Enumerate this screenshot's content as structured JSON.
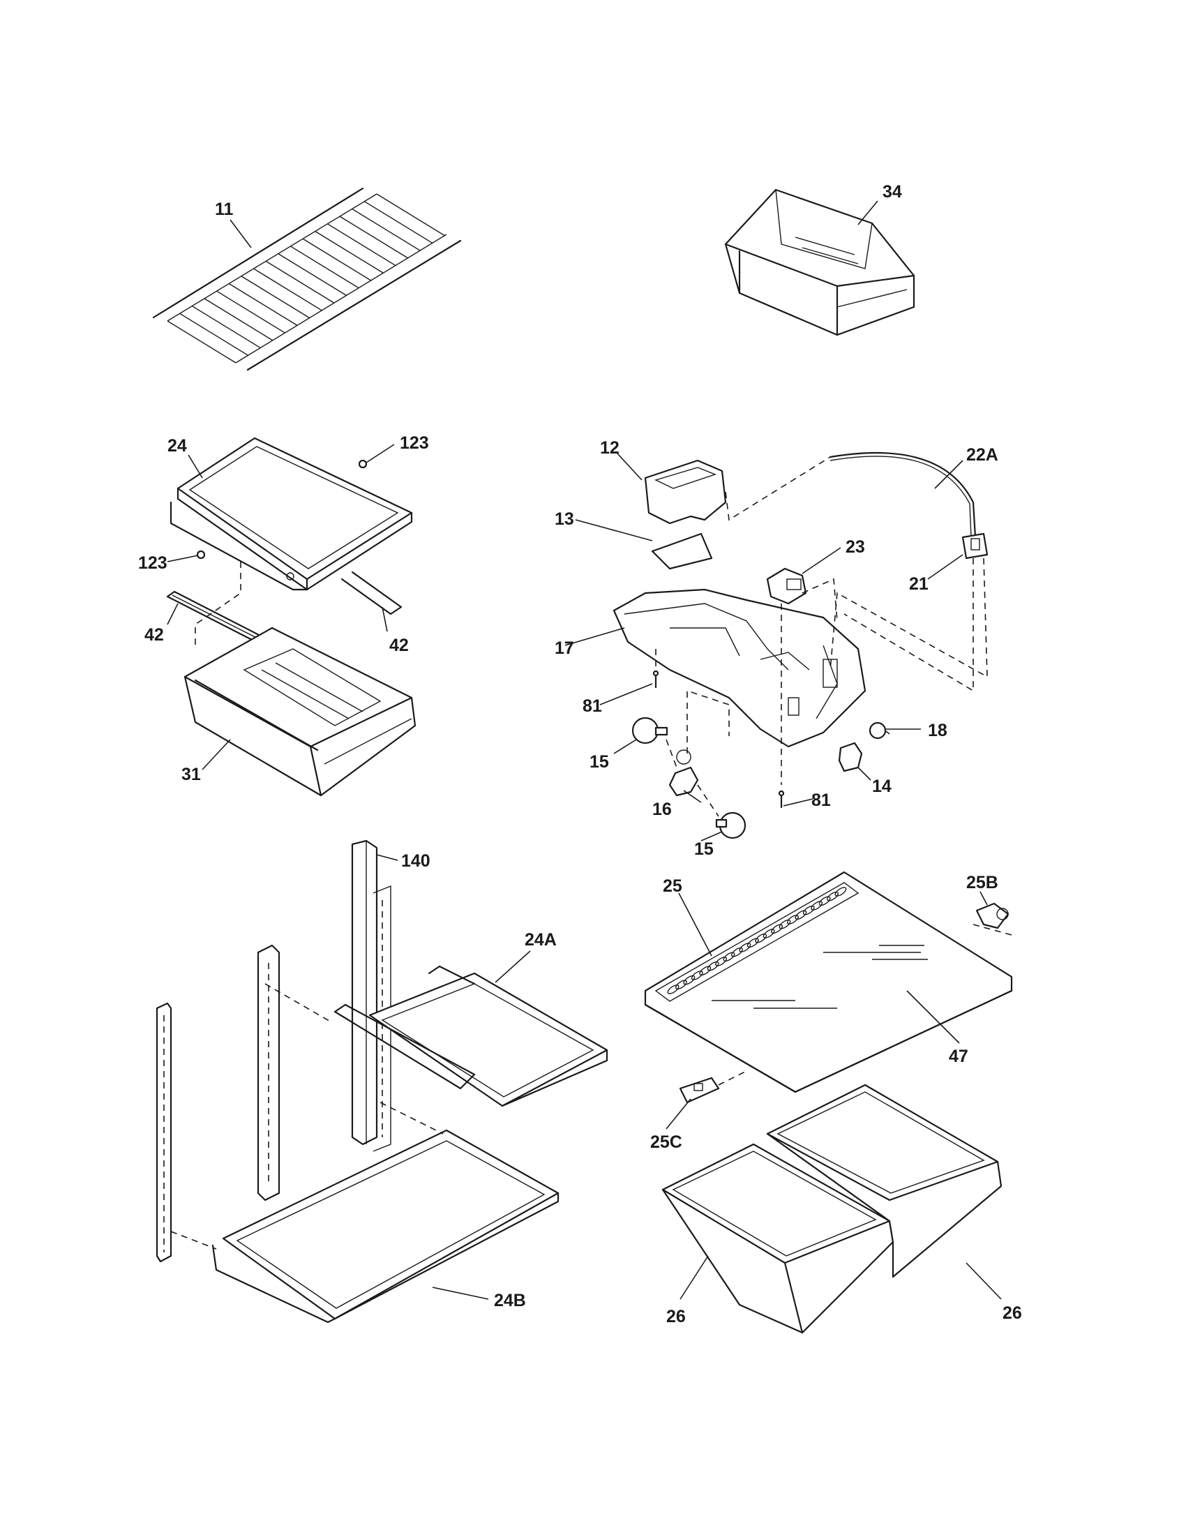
{
  "callouts": {
    "c11": "11",
    "c34": "34",
    "c24": "24",
    "c123a": "123",
    "c123b": "123",
    "c42a": "42",
    "c42b": "42",
    "c31": "31",
    "c12": "12",
    "c22A": "22A",
    "c13": "13",
    "c23": "23",
    "c21": "21",
    "c17": "17",
    "c81a": "81",
    "c81b": "81",
    "c18": "18",
    "c15a": "15",
    "c15b": "15",
    "c16": "16",
    "c14": "14",
    "c140": "140",
    "c25": "25",
    "c25B": "25B",
    "c24A": "24A",
    "c47": "47",
    "c25C": "25C",
    "c24B": "24B",
    "c26a": "26",
    "c26b": "26"
  }
}
